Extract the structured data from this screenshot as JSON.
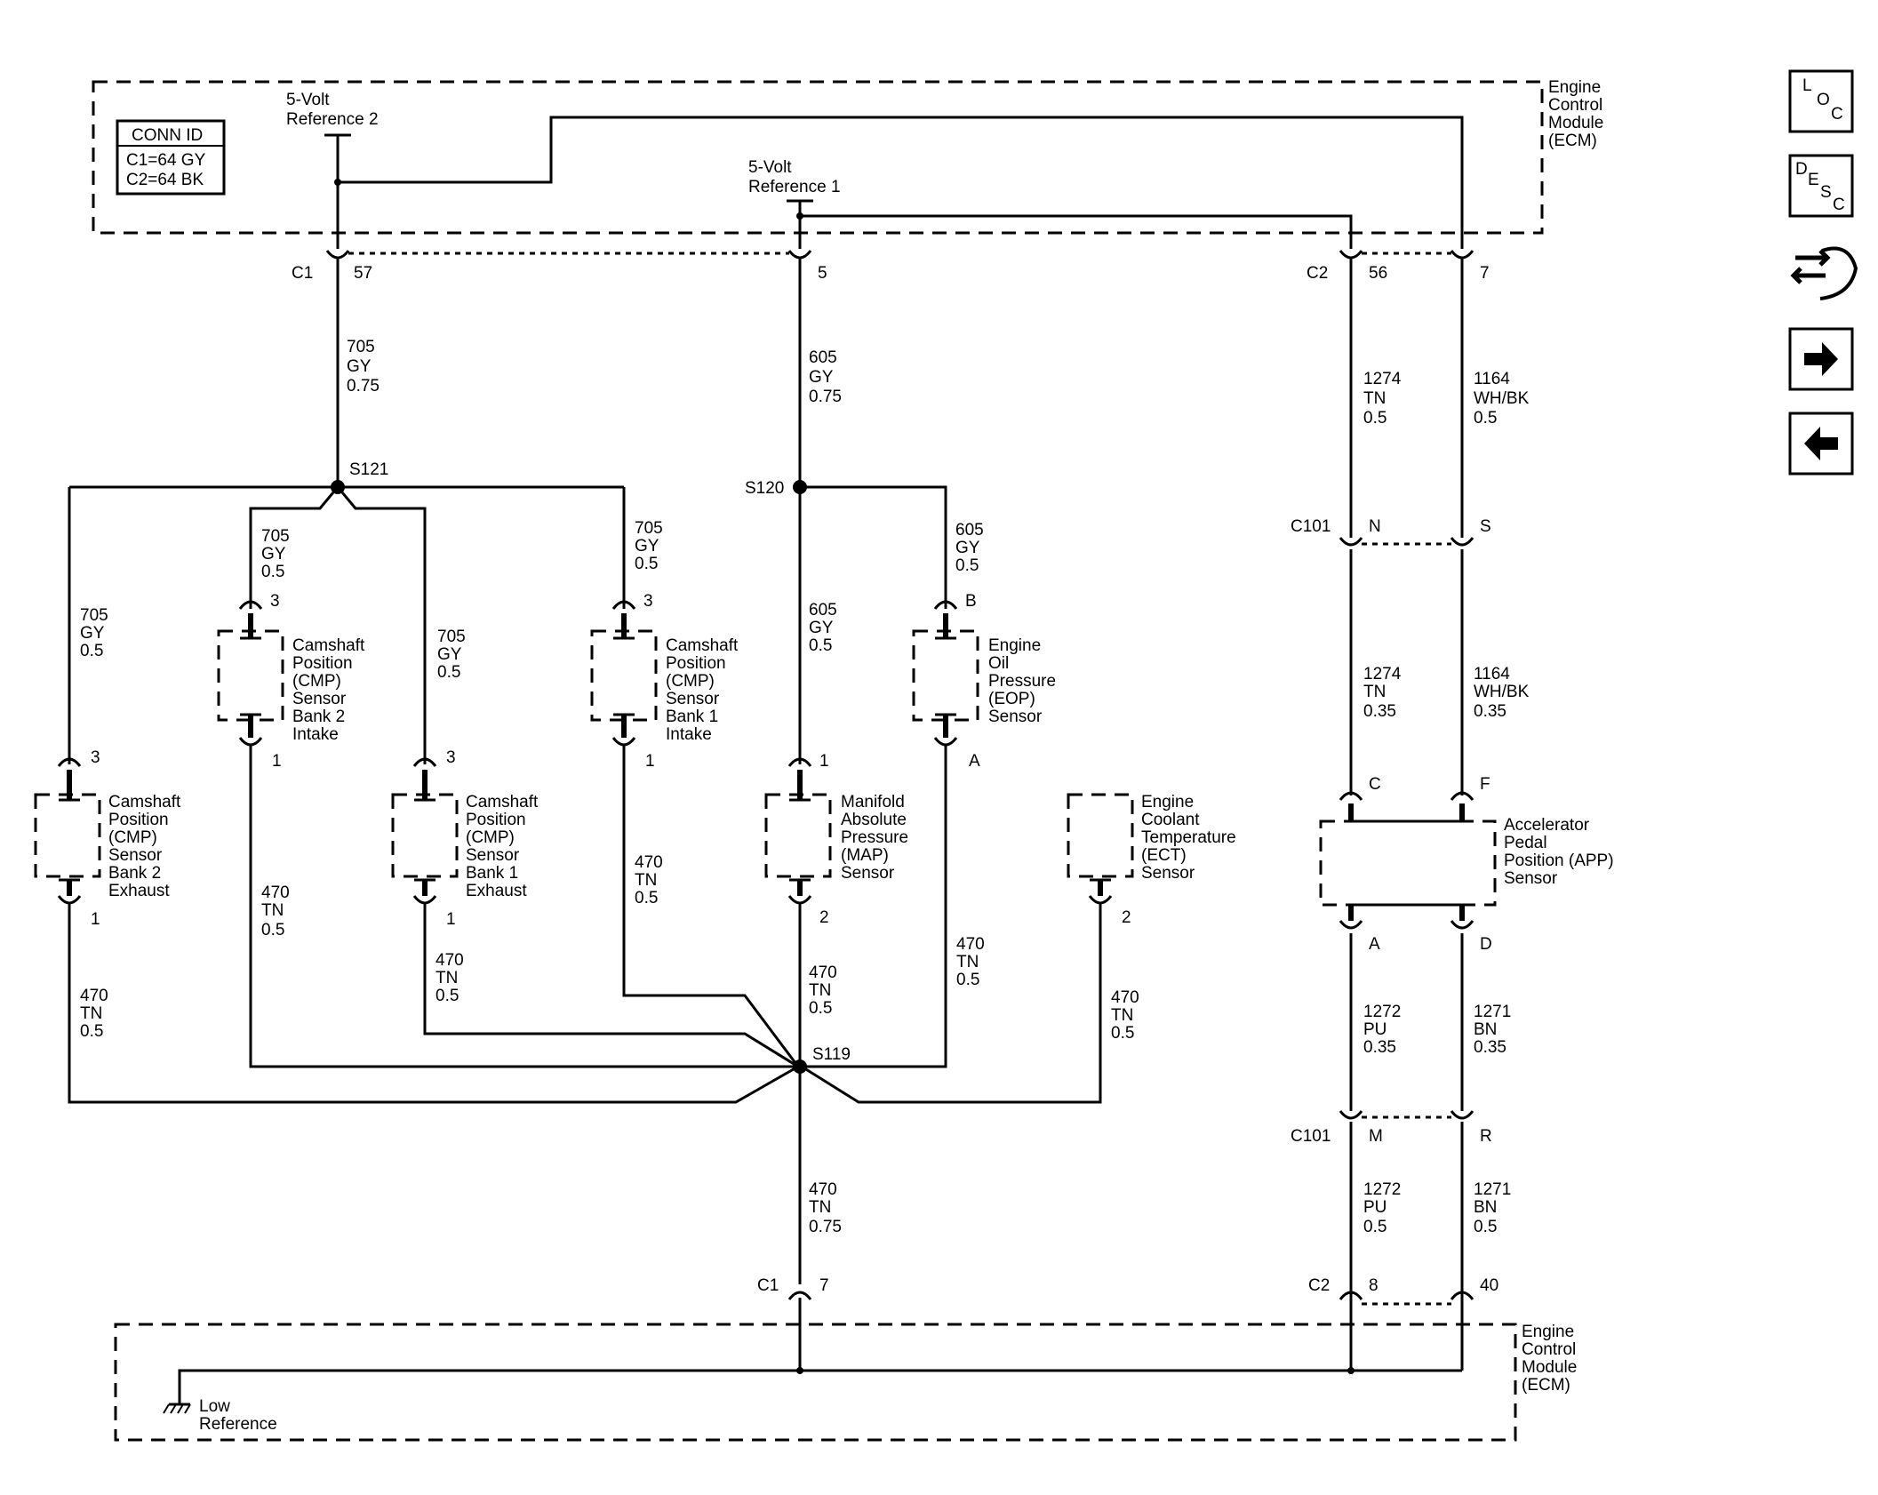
{
  "conn_id": {
    "title": "CONN ID",
    "c1": "C1=64 GY",
    "c2": "C2=64 BK"
  },
  "ecm_top": [
    "Engine",
    "Control",
    "Module",
    "(ECM)"
  ],
  "ecm_bottom": [
    "Engine",
    "Control",
    "Module",
    "(ECM)"
  ],
  "ref2": [
    "5-Volt",
    "Reference 2"
  ],
  "ref1": [
    "5-Volt",
    "Reference 1"
  ],
  "low_ref": [
    "Low",
    "Reference"
  ],
  "connectors": {
    "c1_top": "C1",
    "pin57": "57",
    "pin5": "5",
    "c2_top": "C2",
    "pin56": "56",
    "pin7_top": "7",
    "c101_a": "C101",
    "pinN": "N",
    "pinS": "S",
    "pinC": "C",
    "pinF": "F",
    "pinA_app": "A",
    "pinD": "D",
    "c101_b": "C101",
    "pinM": "M",
    "pinR": "R",
    "c1_bot": "C1",
    "pin7_bot": "7",
    "c2_bot": "C2",
    "pin8": "8",
    "pin40": "40"
  },
  "splices": {
    "s121": "S121",
    "s120": "S120",
    "s119": "S119"
  },
  "wires": {
    "w705_main": [
      "705",
      "GY",
      "0.75"
    ],
    "w605_main": [
      "605",
      "GY",
      "0.75"
    ],
    "w1274_top": [
      "1274",
      "TN",
      "0.5"
    ],
    "w1164_top": [
      "1164",
      "WH/BK",
      "0.5"
    ],
    "w705_a": [
      "705",
      "GY",
      "0.5"
    ],
    "w705_b": [
      "705",
      "GY",
      "0.5"
    ],
    "w705_c": [
      "705",
      "GY",
      "0.5"
    ],
    "w705_d": [
      "705",
      "GY",
      "0.5"
    ],
    "w605_eop": [
      "605",
      "GY",
      "0.5"
    ],
    "w605_map": [
      "605",
      "GY",
      "0.5"
    ],
    "w1274_mid": [
      "1274",
      "TN",
      "0.35"
    ],
    "w1164_mid": [
      "1164",
      "WH/BK",
      "0.35"
    ],
    "w470_a": [
      "470",
      "TN",
      "0.5"
    ],
    "w470_b": [
      "470",
      "TN",
      "0.5"
    ],
    "w470_c": [
      "470",
      "TN",
      "0.5"
    ],
    "w470_d": [
      "470",
      "TN",
      "0.5"
    ],
    "w470_e": [
      "470",
      "TN",
      "0.5"
    ],
    "w470_f": [
      "470",
      "TN",
      "0.5"
    ],
    "w470_g": [
      "470",
      "TN",
      "0.5"
    ],
    "w470_main": [
      "470",
      "TN",
      "0.75"
    ],
    "w1272_a": [
      "1272",
      "PU",
      "0.35"
    ],
    "w1271_a": [
      "1271",
      "BN",
      "0.35"
    ],
    "w1272_b": [
      "1272",
      "PU",
      "0.5"
    ],
    "w1271_b": [
      "1271",
      "BN",
      "0.5"
    ]
  },
  "sensors": {
    "cmp_b2_exh": {
      "label": [
        "Camshaft",
        "Position",
        "(CMP)",
        "Sensor",
        "Bank 2",
        "Exhaust"
      ],
      "pin_top": "3",
      "pin_bot": "1"
    },
    "cmp_b2_int": {
      "label": [
        "Camshaft",
        "Position",
        "(CMP)",
        "Sensor",
        "Bank 2",
        "Intake"
      ],
      "pin_top": "3",
      "pin_bot": "1"
    },
    "cmp_b1_exh": {
      "label": [
        "Camshaft",
        "Position",
        "(CMP)",
        "Sensor",
        "Bank 1",
        "Exhaust"
      ],
      "pin_top": "3",
      "pin_bot": "1"
    },
    "cmp_b1_int": {
      "label": [
        "Camshaft",
        "Position",
        "(CMP)",
        "Sensor",
        "Bank 1",
        "Intake"
      ],
      "pin_top": "3",
      "pin_bot": "1"
    },
    "map": {
      "label": [
        "Manifold",
        "Absolute",
        "Pressure",
        "(MAP)",
        "Sensor"
      ],
      "pin_top": "1",
      "pin_bot": "2"
    },
    "eop": {
      "label": [
        "Engine",
        "Oil",
        "Pressure",
        "(EOP)",
        "Sensor"
      ],
      "pin_top": "B",
      "pin_bot": "A"
    },
    "ect": {
      "label": [
        "Engine",
        "Coolant",
        "Temperature",
        "(ECT)",
        "Sensor"
      ],
      "pin_bot": "2"
    },
    "app": {
      "label": [
        "Accelerator",
        "Pedal",
        "Position (APP)",
        "Sensor"
      ]
    }
  },
  "nav": {
    "loc": [
      "L",
      "O",
      "C"
    ],
    "desc": [
      "D",
      "E",
      "S",
      "C"
    ],
    "icons": [
      "connector-view-icon",
      "next-arrow-icon",
      "previous-arrow-icon"
    ]
  }
}
